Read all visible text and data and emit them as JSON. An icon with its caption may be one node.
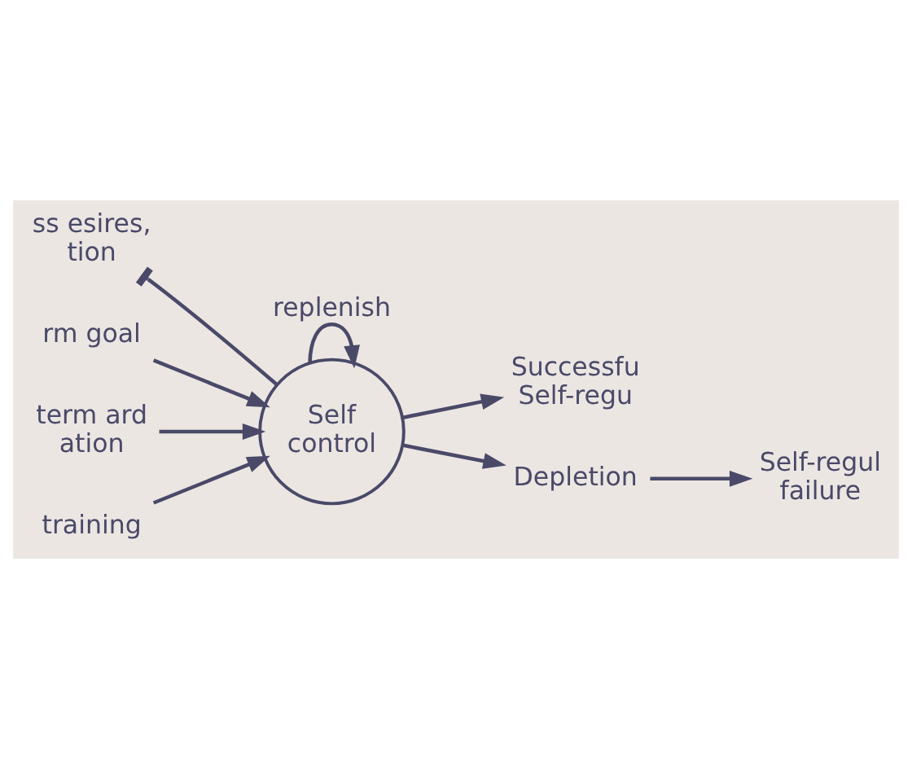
{
  "diagram": {
    "nodes": [
      {
        "text": [
          "Self control"
        ]
      },
      {
        "text": [
          "rm goal"
        ]
      },
      {
        "text": [
          "term ard ation"
        ]
      },
      {
        "text": [
          "ss esires, tion"
        ]
      },
      {
        "text": [
          "Successfu Self-regu"
        ]
      },
      {
        "text": [
          "training"
        ]
      },
      {
        "text": [
          "Depletion"
        ]
      },
      {
        "text": [
          "Self-regul failure"
        ]
      }
    ],
    "edges": [
      {
        "from": 1,
        "to": 0,
        "arrow": "to"
      },
      {
        "from": 0,
        "to": 0,
        "arrow": "to",
        "label": "replenish"
      },
      {
        "from": 2,
        "to": 0,
        "arrow": "to"
      },
      {
        "from": 0,
        "to": 4,
        "arrow": "to"
      },
      {
        "from": 5,
        "to": 0,
        "arrow": "to"
      },
      {
        "from": 0,
        "to": 3,
        "arrow": "other"
      },
      {
        "from": 0,
        "to": 6,
        "arrow": "to"
      },
      {
        "from": 6,
        "to": 7,
        "arrow": "to"
      }
    ]
  }
}
